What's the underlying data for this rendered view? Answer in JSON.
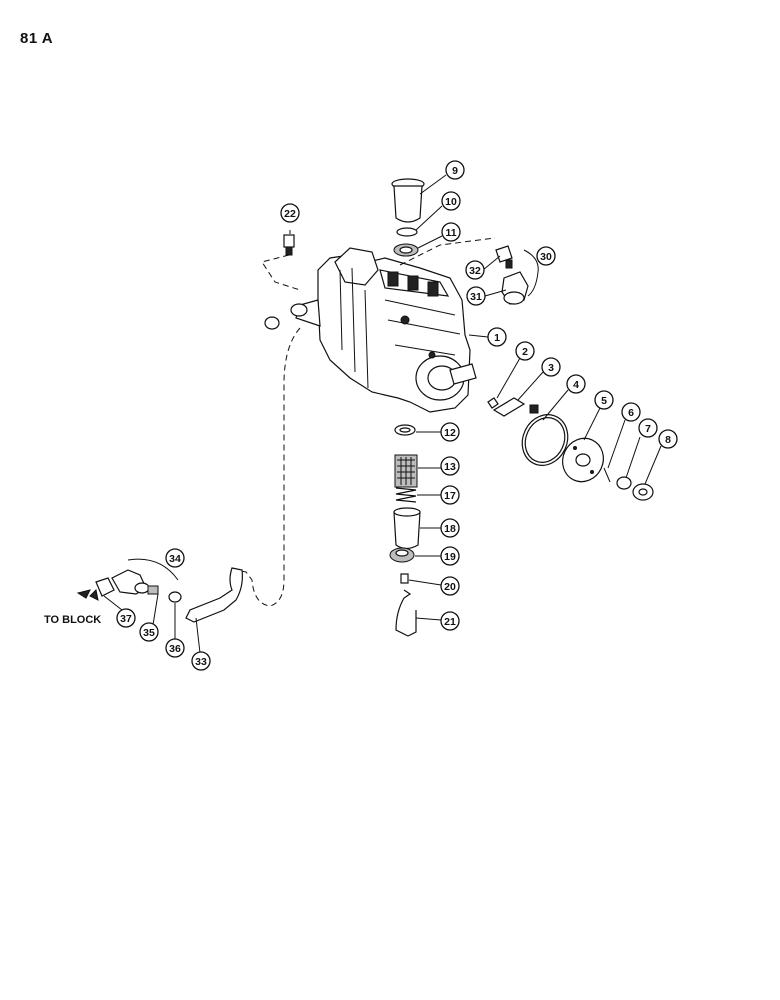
{
  "page": {
    "number": "81 A"
  },
  "note": {
    "to_block": "TO BLOCK"
  },
  "callouts": {
    "c1": "1",
    "c2": "2",
    "c3": "3",
    "c4": "4",
    "c5": "5",
    "c6": "6",
    "c7": "7",
    "c8": "8",
    "c9": "9",
    "c10": "10",
    "c11": "11",
    "c12": "12",
    "c13": "13",
    "c17": "17",
    "c18": "18",
    "c19": "19",
    "c20": "20",
    "c21": "21",
    "c22": "22",
    "c30": "30",
    "c31": "31",
    "c32": "32",
    "c33": "33",
    "c34": "34",
    "c35": "35",
    "c36": "36",
    "c37": "37"
  }
}
